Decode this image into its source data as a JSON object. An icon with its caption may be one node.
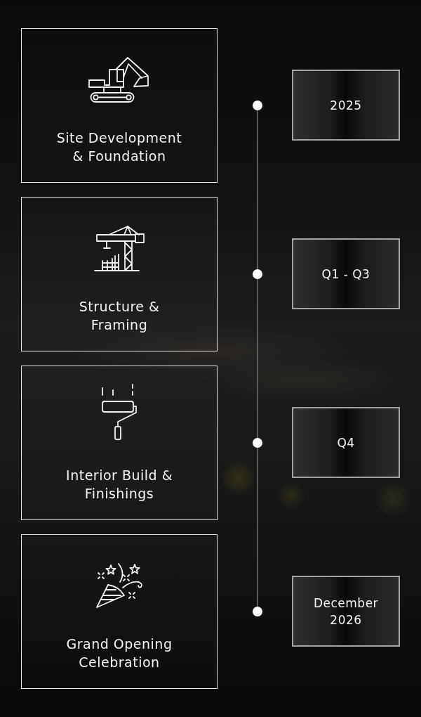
{
  "diagram": {
    "nodes": [
      {
        "text": [
          "Site Development & Foundation"
        ]
      },
      {
        "text": [],
        "shape": "circle"
      },
      {
        "text": [
          "2025"
        ]
      },
      {
        "text": [
          "Structure & Framing"
        ]
      },
      {
        "text": [],
        "shape": "circle"
      },
      {
        "text": [
          "Q1 - Q3"
        ]
      },
      {
        "text": [
          "Interior Build & Finishings"
        ]
      },
      {
        "text": [],
        "shape": "circle"
      },
      {
        "text": [
          "Q4"
        ]
      },
      {
        "text": [
          "Grand Opening Celebration"
        ]
      },
      {
        "text": [],
        "shape": "circle"
      },
      {
        "text": [
          "December 2026"
        ]
      }
    ],
    "edges": [
      {
        "from": 1,
        "to": 4,
        "arrow": "none"
      },
      {
        "from": 4,
        "to": 7,
        "arrow": "none"
      },
      {
        "from": 7,
        "to": 10,
        "arrow": "none"
      }
    ]
  }
}
